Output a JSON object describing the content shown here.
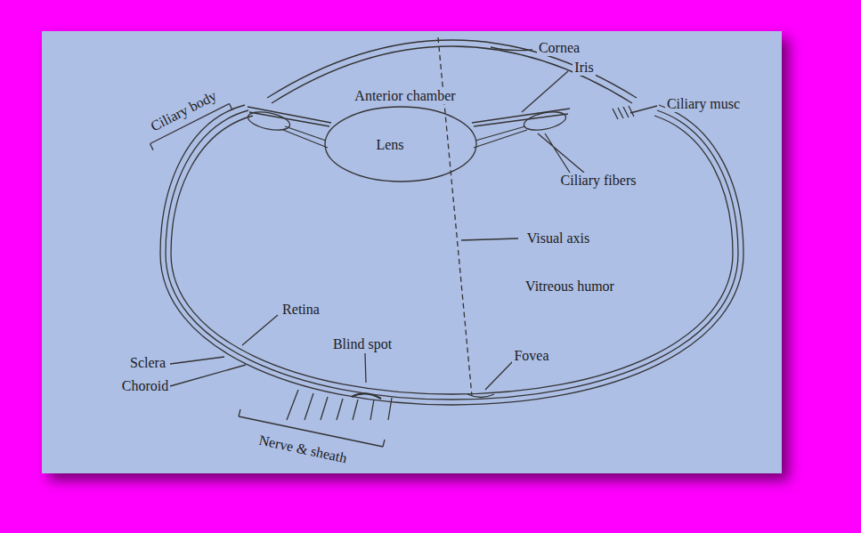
{
  "diagram": {
    "labels": [
      "Cornea",
      "Iris",
      "Ciliary musc",
      "Ciliary body",
      "Anterior chamber",
      "Lens",
      "Ciliary fibers",
      "Visual axis",
      "Vitreous humor",
      "Retina",
      "Blind spot",
      "Fovea",
      "Sclera",
      "Choroid",
      "Nerve & sheath"
    ]
  }
}
